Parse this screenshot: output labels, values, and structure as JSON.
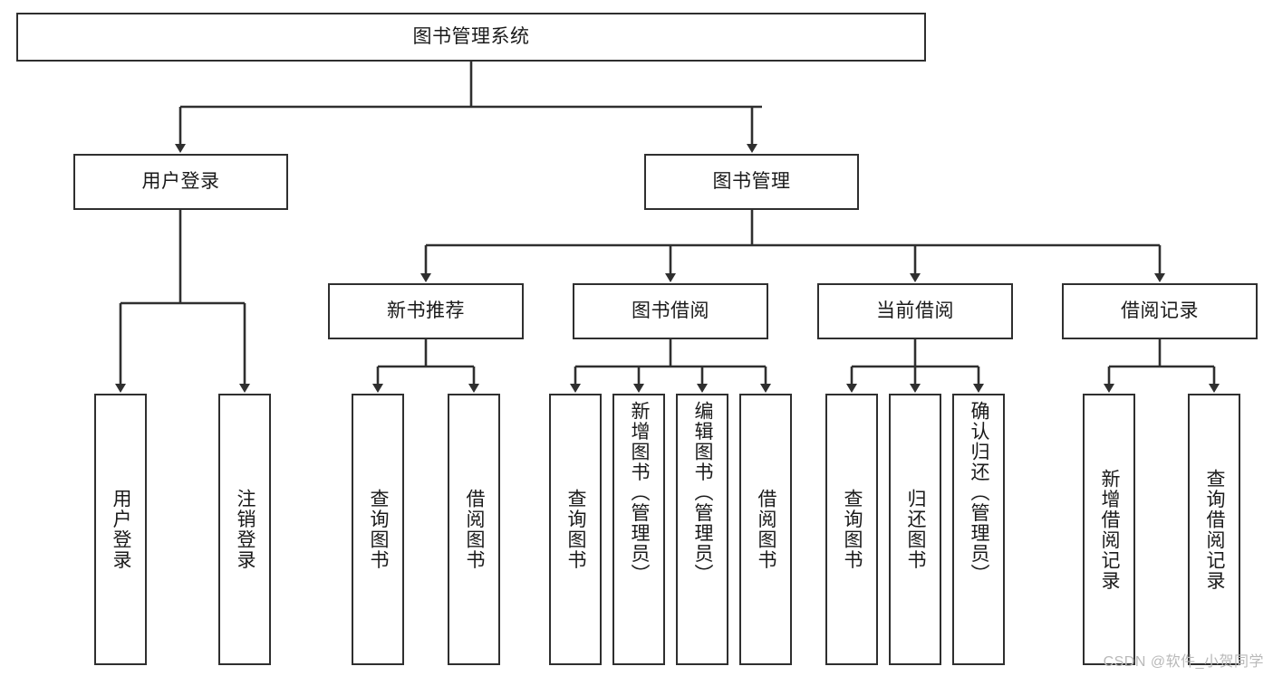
{
  "diagram": {
    "title": "图书管理系统",
    "type": "tree-hierarchy-chart",
    "colors": {
      "box_border": "#2f2f2f",
      "box_fill": "#ffffff",
      "edge": "#2f2f2f",
      "text": "#1a1a1a",
      "watermark": "#b9b9b9"
    }
  },
  "root": {
    "label": "图书管理系统"
  },
  "level1": [
    {
      "label": "用户登录"
    },
    {
      "label": "图书管理"
    }
  ],
  "level2": [
    {
      "label": "新书推荐"
    },
    {
      "label": "图书借阅"
    },
    {
      "label": "当前借阅"
    },
    {
      "label": "借阅记录"
    }
  ],
  "leaves": {
    "user_login": [
      {
        "label": "用户登录"
      },
      {
        "label": "注销登录"
      }
    ],
    "new_book": [
      {
        "label": "查询图书"
      },
      {
        "label": "借阅图书"
      }
    ],
    "book_borrow": [
      {
        "label": "查询图书"
      },
      {
        "label": "新增图书（管理员）"
      },
      {
        "label": "编辑图书（管理员）"
      },
      {
        "label": "借阅图书"
      }
    ],
    "current_borrow": [
      {
        "label": "查询图书"
      },
      {
        "label": "归还图书"
      },
      {
        "label": "确认归还（管理员）"
      }
    ],
    "borrow_record": [
      {
        "label": "新增借阅记录"
      },
      {
        "label": "查询借阅记录"
      }
    ]
  },
  "watermark": {
    "text": "CSDN @软件_小贺同学"
  }
}
